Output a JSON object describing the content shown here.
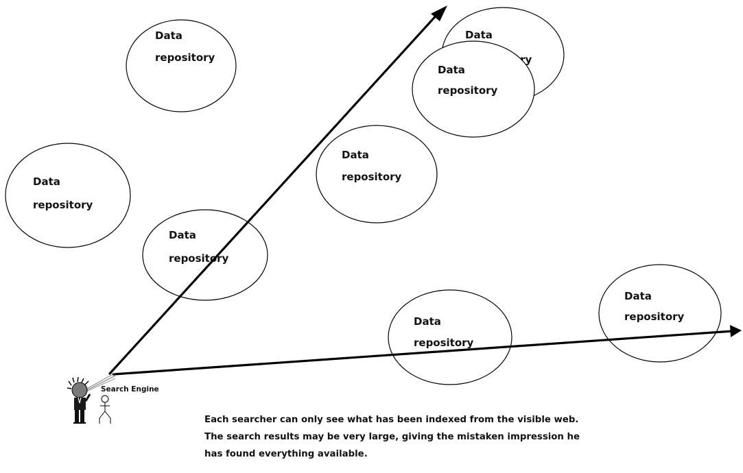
{
  "repositories": [
    {
      "line1": "Data",
      "line2": "repository"
    },
    {
      "line1": "Data",
      "line2": "repository"
    },
    {
      "line1": "Data",
      "line2": "repository"
    },
    {
      "line1": "Data",
      "line2": "repository"
    },
    {
      "line1": "Data",
      "line2": "repository"
    },
    {
      "line1": "Data",
      "line2": "repository"
    },
    {
      "line1": "Data",
      "line2": "repository"
    },
    {
      "line1": "Data",
      "line2": "repository"
    }
  ],
  "search_engine_label": "Search Engine",
  "caption": [
    "Each searcher can only see what has been indexed from the visible web.",
    "The search results may be very large, giving the mistaken impression he",
    "has found everything available."
  ],
  "icons": {
    "searcher": "searcher-person-icon",
    "engine": "search-engine-figure-icon"
  },
  "colors": {
    "ink": "#000000",
    "background": "#ffffff"
  }
}
